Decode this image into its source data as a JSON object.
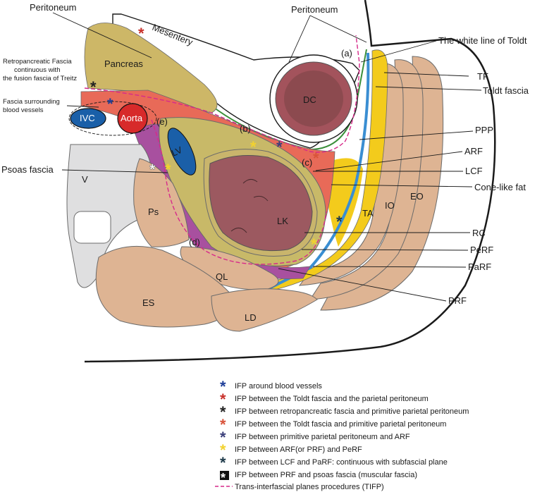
{
  "labels": {
    "peritoneum_left": "Peritoneum",
    "peritoneum_right": "Peritoneum",
    "mesentery": "Mesentery",
    "pancreas": "Pancreas",
    "retro_fascia_1": "Retropancreatic Fascia",
    "retro_fascia_2": "continuous with",
    "retro_fascia_3": "the fusion fascia of Treitz",
    "vessel_fascia_1": "Fascia surrounding",
    "vessel_fascia_2": "blood vessels",
    "ivc": "IVC",
    "aorta": "Aorta",
    "dc": "DC",
    "lv": "LV",
    "lk": "LK",
    "v": "V",
    "ps": "Ps",
    "ql": "QL",
    "es": "ES",
    "ld": "LD",
    "ta": "TA",
    "io": "IO",
    "eo": "EO",
    "psoas_fascia": "Psoas fascia",
    "mark_a": "(a)",
    "mark_b": "(b)",
    "mark_c": "(c)",
    "mark_d": "(d)",
    "mark_e": "(e)",
    "white_line": "The white line of Toldt",
    "tf": "TF",
    "toldt_fascia": "Toldt fascia",
    "ppp": "PPP",
    "arf": "ARF",
    "lcf": "LCF",
    "cone_fat": "Cone-like fat",
    "rc": "RC",
    "perf": "PeRF",
    "parf": "PaRF",
    "prf": "PRF"
  },
  "legend": [
    {
      "text": "IFP around blood vessels",
      "color": "#1f3f99"
    },
    {
      "text": "IFP between the Toldt fascia and the parietal peritoneum",
      "color": "#c8302a"
    },
    {
      "text": "IFP between retropancreatic fascia and primitive parietal peritoneum",
      "color": "#222222"
    },
    {
      "text": "IFP between the Toldt fascia and primitive parietal peritoneum",
      "color": "#d9533a"
    },
    {
      "text": "IFP between primitive parietal peritoneum and ARF",
      "color": "#3b3f7a"
    },
    {
      "text": "IFP between ARF(or PRF) and PeRF",
      "color": "#f2d22e"
    },
    {
      "text": "IFP between LCF and PaRF: continuous with subfascial plane",
      "color": "#1e3a4a"
    },
    {
      "text": "IFP between PRF and psoas fascia (muscular fascia)",
      "color": "#ffffff"
    },
    {
      "text": "Trans-interfascial planes procedures (TIFP)",
      "color": "#d62a8a"
    }
  ],
  "colors": {
    "muscle": "#deb493",
    "pancreas": "#cdb767",
    "kidney": "#9c5960",
    "kidney_capsule": "#c9b56c",
    "perirenal": "#c8b968",
    "renal_fascia": "#a8509f",
    "retro_fat": "#e86a58",
    "cone_fat": "#f3cb1c",
    "vein": "#1a5fa8",
    "aorta": "#d72a2a",
    "bone": "#dfdfe0",
    "tifp": "#d62a8a"
  }
}
